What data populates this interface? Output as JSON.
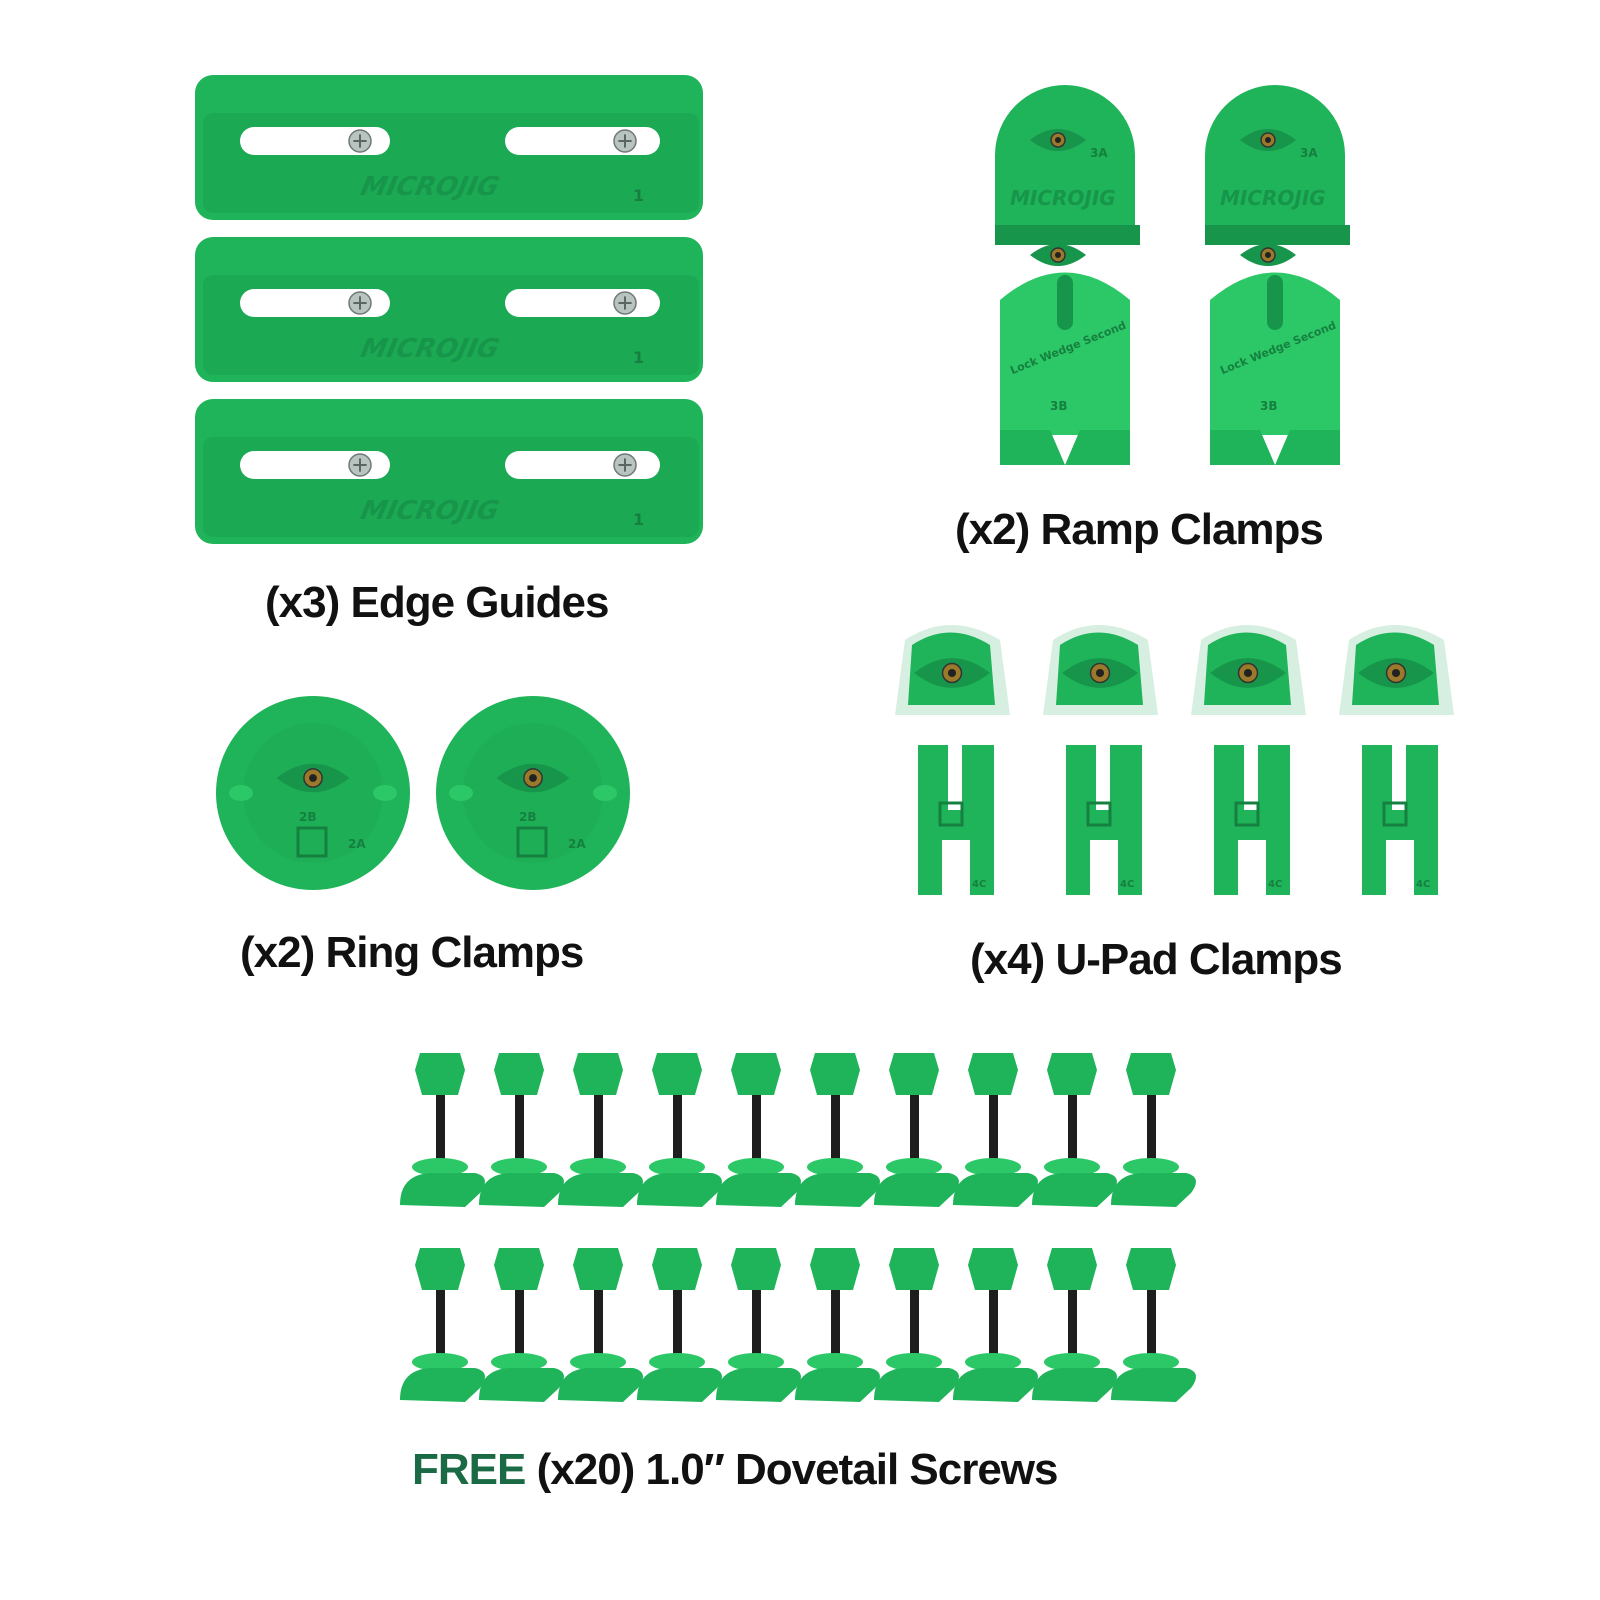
{
  "colors": {
    "part_green": "#1fb45a",
    "part_green_dark": "#17954a",
    "part_green_light": "#2cc867",
    "free_green": "#1a6b45",
    "text": "#111111"
  },
  "captions": {
    "edge_guides": "(x3) Edge Guides",
    "ramp_clamps": "(x2) Ramp Clamps",
    "ring_clamps": "(x2) Ring Clamps",
    "upad_clamps": "(x4) U-Pad Clamps",
    "free_label": "FREE",
    "dovetail_screws": "(x20) 1.0″ Dovetail Screws"
  },
  "part_markings": {
    "brand": "MICROJIG",
    "edge_guide_number": "1",
    "ramp_upper": "3A",
    "ramp_lower": "3B",
    "ramp_arc_text": "Lock Wedge Second",
    "ring_upper": "2B",
    "ring_lower": "2A",
    "upad_pad": "4C"
  },
  "counts": {
    "edge_guides": 3,
    "ramp_clamps": 2,
    "ring_clamps": 2,
    "upad_clamps": 4,
    "dovetail_screws": 20
  }
}
